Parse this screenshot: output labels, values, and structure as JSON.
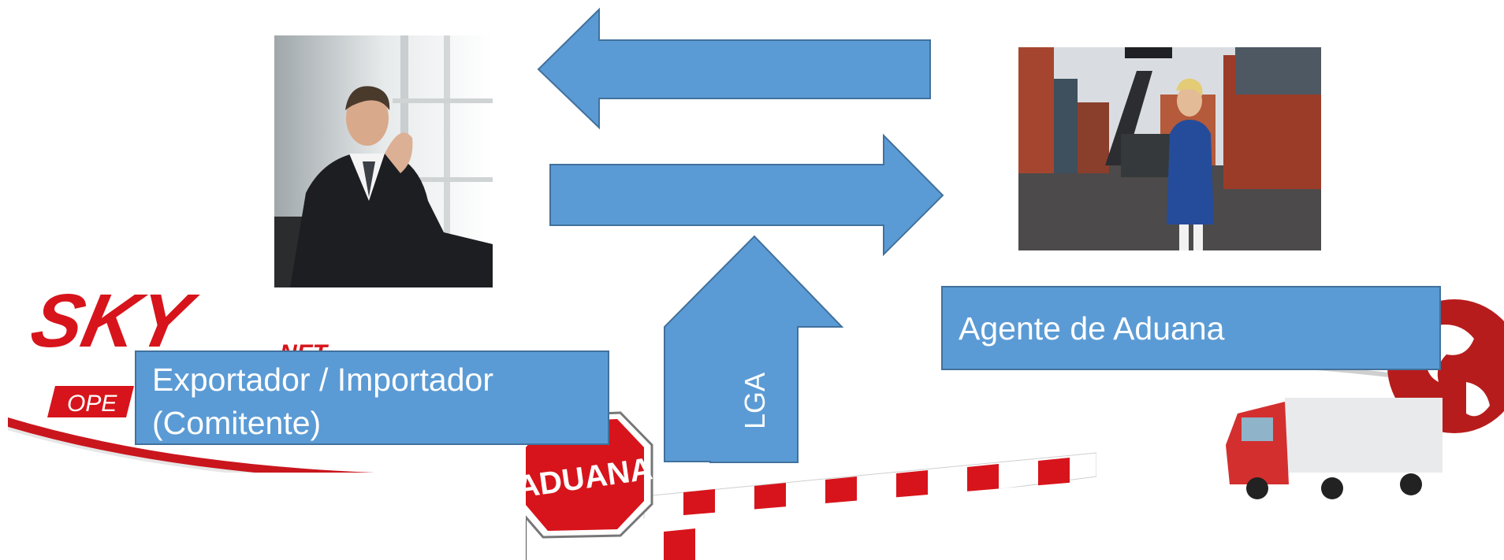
{
  "colors": {
    "arrow_fill": "#5b9bd5",
    "arrow_stroke": "#41719c",
    "brand_red": "#d7141b",
    "text_white": "#ffffff"
  },
  "logos": {
    "skynet_wordmark": "SKY",
    "skynet_partial": "NET",
    "skynet_tagline": "OPE",
    "aduana_sign": "ADUANA"
  },
  "labels": {
    "exporter_line1": "Exportador / Importador",
    "exporter_line2": "(Comitente)",
    "agent": "Agente de Aduana",
    "lga": "LGA"
  },
  "images": {
    "businessman": "businessman-photo",
    "container_port": "container-port-photo",
    "globe_truck": "globe-truck-image"
  }
}
